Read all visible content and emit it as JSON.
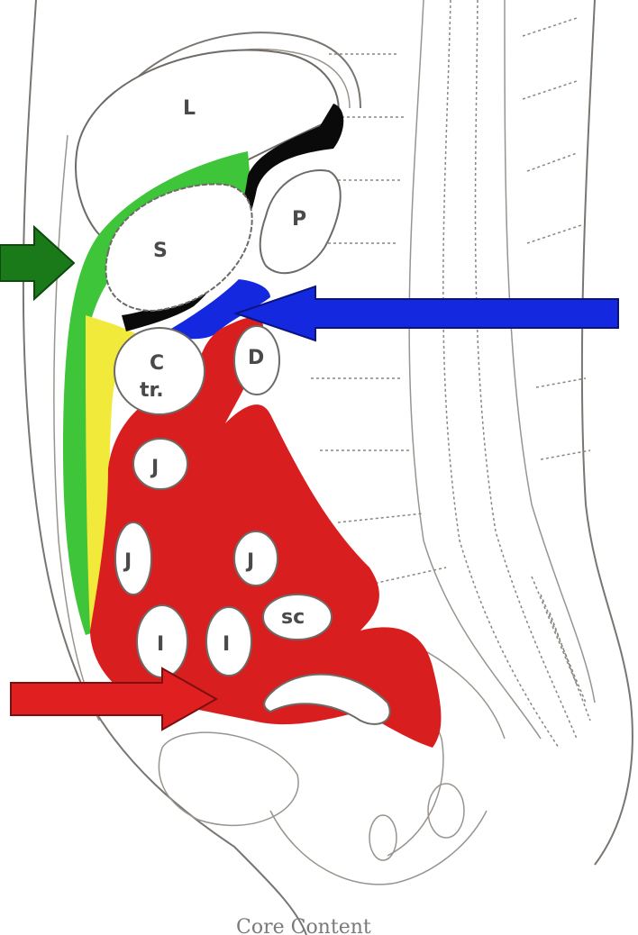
{
  "labels": {
    "liver": "L",
    "stomach": "S",
    "pancreas": "P",
    "transverse_colon_top": "C",
    "transverse_colon_bottom": "tr.",
    "duodenum": "D",
    "jejunum_1": "J",
    "jejunum_2": "J",
    "jejunum_3": "J",
    "sigmoid_colon": "sc",
    "ileum_1": "I",
    "ileum_2": "I"
  },
  "caption": "Core Content",
  "colors": {
    "greater_omentum": "#3ec53a",
    "lesser_omentum": "#0a0a0a",
    "omental_bursa": "#1428e0",
    "peritoneal_cavity_fluid": "#f2ea3a",
    "mesentery": "#d81e1e",
    "arrow_green": "#1a7a1a",
    "arrow_blue": "#1428e0",
    "arrow_red": "#e02020"
  }
}
